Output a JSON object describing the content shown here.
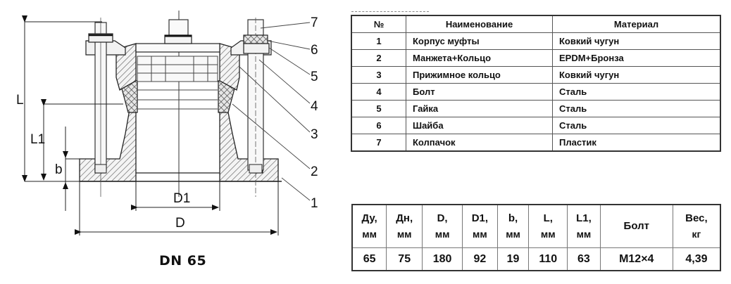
{
  "drawing": {
    "caption": "DN 65",
    "dimension_labels": {
      "L": "L",
      "L1": "L1",
      "b": "b",
      "D1": "D1",
      "D": "D"
    },
    "callouts": [
      "7",
      "6",
      "5",
      "4",
      "3",
      "2",
      "1"
    ]
  },
  "parts_table": {
    "headers": [
      "№",
      "Наименование",
      "Материал"
    ],
    "rows": [
      {
        "num": "1",
        "name": "Корпус муфты",
        "material": "Ковкий чугун"
      },
      {
        "num": "2",
        "name": "Манжета+Кольцо",
        "material": "EPDM+Бронза"
      },
      {
        "num": "3",
        "name": "Прижимное кольцо",
        "material": "Ковкий чугун"
      },
      {
        "num": "4",
        "name": "Болт",
        "material": "Сталь"
      },
      {
        "num": "5",
        "name": "Гайка",
        "material": "Сталь"
      },
      {
        "num": "6",
        "name": "Шайба",
        "material": "Сталь"
      },
      {
        "num": "7",
        "name": "Колпачок",
        "material": "Пластик"
      }
    ]
  },
  "spec_table": {
    "headers": [
      {
        "label": "Ду,",
        "unit": "мм"
      },
      {
        "label": "Дн,",
        "unit": "мм"
      },
      {
        "label": "D,",
        "unit": "мм"
      },
      {
        "label": "D1,",
        "unit": "мм"
      },
      {
        "label": "b,",
        "unit": "мм"
      },
      {
        "label": "L,",
        "unit": "мм"
      },
      {
        "label": "L1,",
        "unit": "мм"
      },
      {
        "label": "Болт",
        "unit": ""
      },
      {
        "label": "Вес,",
        "unit": "кг"
      }
    ],
    "values": [
      "65",
      "75",
      "180",
      "92",
      "19",
      "110",
      "63",
      "М12×4",
      "4,39"
    ]
  }
}
